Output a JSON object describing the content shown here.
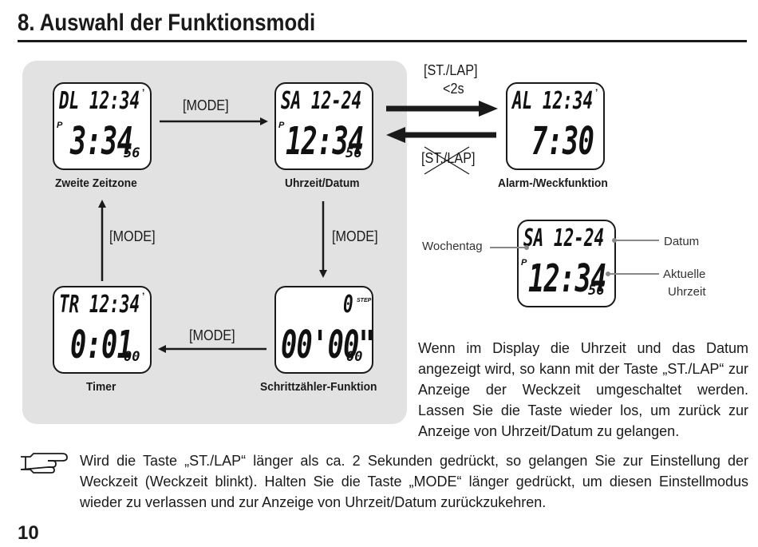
{
  "page_title": "8. Auswahl der Funktionsmodi",
  "page_number": "10",
  "buttons": {
    "mode": "[MODE]",
    "st_lap": "[ST./LAP]",
    "hold_time": "<2s"
  },
  "watches": {
    "second_timezone": {
      "top": "DL 12:34",
      "main": "3:34",
      "small": "56",
      "caption": "Zweite Zeitzone"
    },
    "time_date": {
      "top": "SA 12-24",
      "main": "12:34",
      "small": "56",
      "caption": "Uhrzeit/Datum"
    },
    "alarm": {
      "top": "AL 12:34",
      "main": "7:30",
      "caption": "Alarm-/Weckfunktion"
    },
    "timer": {
      "top": "TR 12:34",
      "main": "0:01",
      "small": "00",
      "caption": "Timer"
    },
    "pedometer": {
      "top": "0",
      "step_label": "STEP",
      "main": "00'00\"",
      "small": "00",
      "caption": "Schrittzähler-Funktion"
    },
    "diagram": {
      "top": "SA 12-24",
      "main": "12:34",
      "small": "56"
    }
  },
  "pm_indicator": "P",
  "diagram_labels": {
    "weekday": "Wochentag",
    "date": "Datum",
    "current_time_line1": "Aktuelle",
    "current_time_line2": "Uhrzeit"
  },
  "description": "Wenn im Display die Uhrzeit und das Datum angezeigt wird, so kann mit der Taste „ST./LAP“ zur Anzeige der Weckzeit umgeschaltet werden. Lassen Sie die Taste wieder los, um zurück zur Anzeige von Uhrzeit/Datum zu gelangen.",
  "note": "Wird die Taste „ST./LAP“ länger als ca. 2 Sekunden gedrückt, so gelangen Sie zur Einstellung der Weckzeit (Weckzeit blinkt). Halten Sie die Taste „MODE“ länger gedrückt, um diesen Einstellmodus wieder zu verlassen und zur Anzeige von Uhrzeit/Datum zurückzukehren."
}
